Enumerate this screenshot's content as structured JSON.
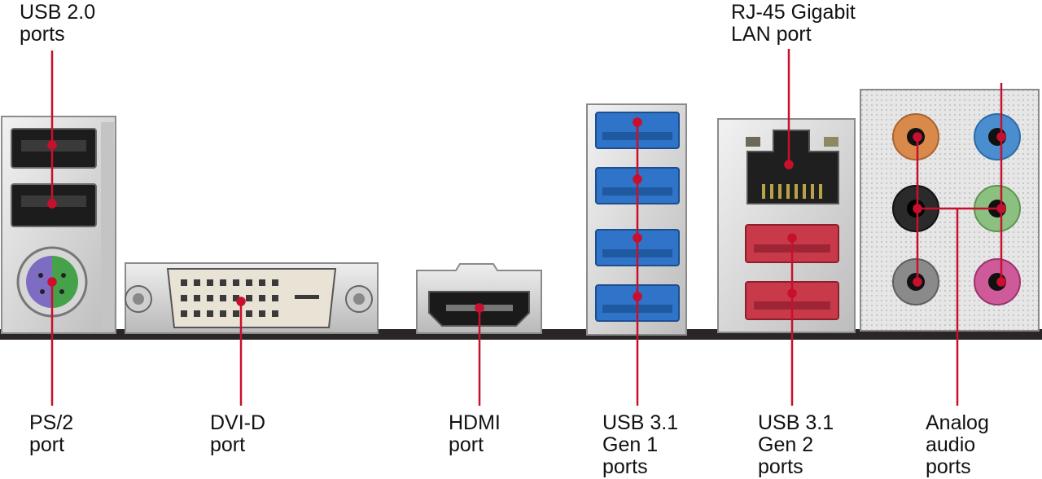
{
  "labels": {
    "usb20": "USB 2.0\nports",
    "rj45": "RJ-45 Gigabit\nLAN port",
    "ps2": "PS/2\nport",
    "dvid": "DVI-D\nport",
    "hdmi": "HDMI\nport",
    "usb31g1": "USB 3.1\nGen 1\nports",
    "usb31g2": "USB 3.1\nGen 2\nports",
    "audio": "Analog\naudio\nports"
  },
  "colors": {
    "callout_line": "#c8102e",
    "usb31_gen1_blue": "#2f74c8",
    "usb31_gen2_red": "#c83a4a",
    "ps2_keyboard": "#7e6cc2",
    "ps2_mouse": "#46a24a",
    "audio_orange": "#d9894a",
    "audio_blue": "#4a8ed0",
    "audio_black": "#222222",
    "audio_green": "#8cc080",
    "audio_gray": "#8a8a8a",
    "audio_pink": "#cf5a9a",
    "board": "#2a2626"
  }
}
